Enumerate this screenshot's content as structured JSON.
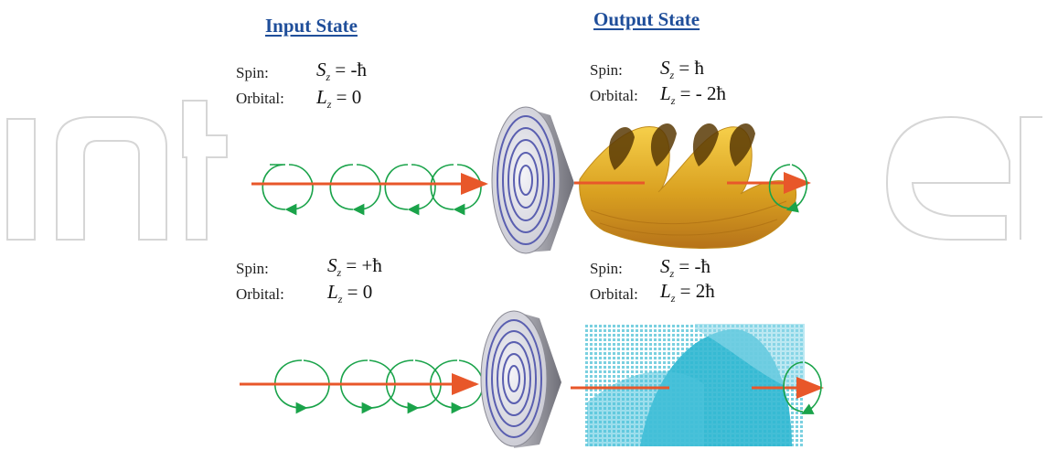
{
  "headings": {
    "input": "Input State",
    "output": "Output State"
  },
  "labels": {
    "spin": "Spin:",
    "orbital": "Orbital:"
  },
  "top": {
    "input": {
      "spin_eq": "= -ħ",
      "orbital_eq": "= 0"
    },
    "output": {
      "spin_eq": "= ħ",
      "orbital_eq": "= - 2ħ"
    }
  },
  "bottom": {
    "input": {
      "spin_eq": "= +ħ",
      "orbital_eq": "= 0"
    },
    "output": {
      "spin_eq": "= -ħ",
      "orbital_eq": "= 2ħ"
    }
  },
  "symbols": {
    "S": "S",
    "L": "L",
    "z": "z"
  },
  "colors": {
    "heading": "#1f4e9a",
    "beam": "#e8572a",
    "circulation": "#1aa34a",
    "helix_gold": "#d9a020",
    "helix_dark": "#5a3a05",
    "wave_cyan": "#2fb7d2",
    "plate_ring": "#5a5fb0",
    "watermark": "#d6d6d6"
  },
  "watermark_icon": "intechopen-watermark-icon"
}
